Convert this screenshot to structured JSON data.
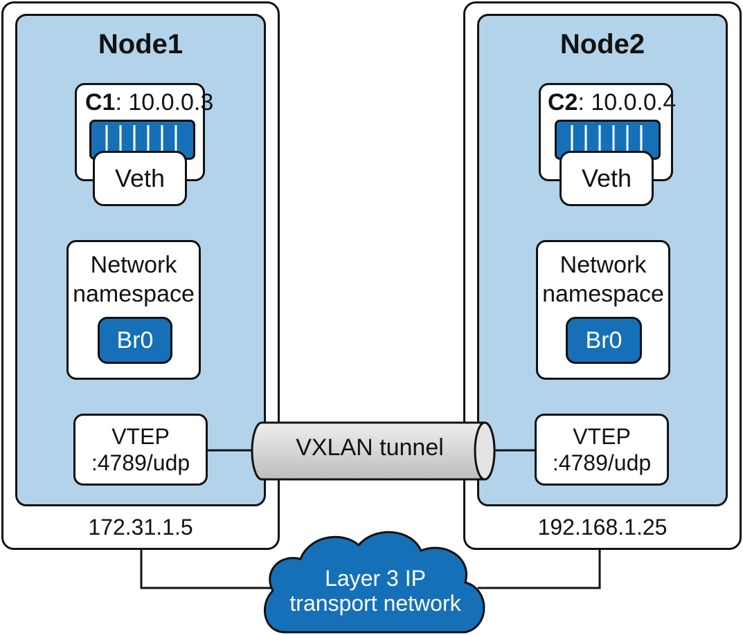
{
  "nodes": [
    {
      "title": "Node1",
      "container_name": "C1",
      "container_ip": ": 10.0.0.3",
      "veth_label": "Veth",
      "namespace_line1": "Network",
      "namespace_line2": "namespace",
      "bridge_label": "Br0",
      "vtep_line1": "VTEP",
      "vtep_line2": ":4789/udp",
      "host_ip": "172.31.1.5"
    },
    {
      "title": "Node2",
      "container_name": "C2",
      "container_ip": ": 10.0.0.4",
      "veth_label": "Veth",
      "namespace_line1": "Network",
      "namespace_line2": "namespace",
      "bridge_label": "Br0",
      "vtep_line1": "VTEP",
      "vtep_line2": ":4789/udp",
      "host_ip": "192.168.1.25"
    }
  ],
  "tunnel": {
    "label": "VXLAN tunnel"
  },
  "cloud": {
    "line1": "Layer 3 IP",
    "line2": "transport network"
  },
  "colors": {
    "node_fill": "#b3d3ea",
    "accent_blue": "#1670b8",
    "tunnel_fill": "#d9d9d9"
  }
}
